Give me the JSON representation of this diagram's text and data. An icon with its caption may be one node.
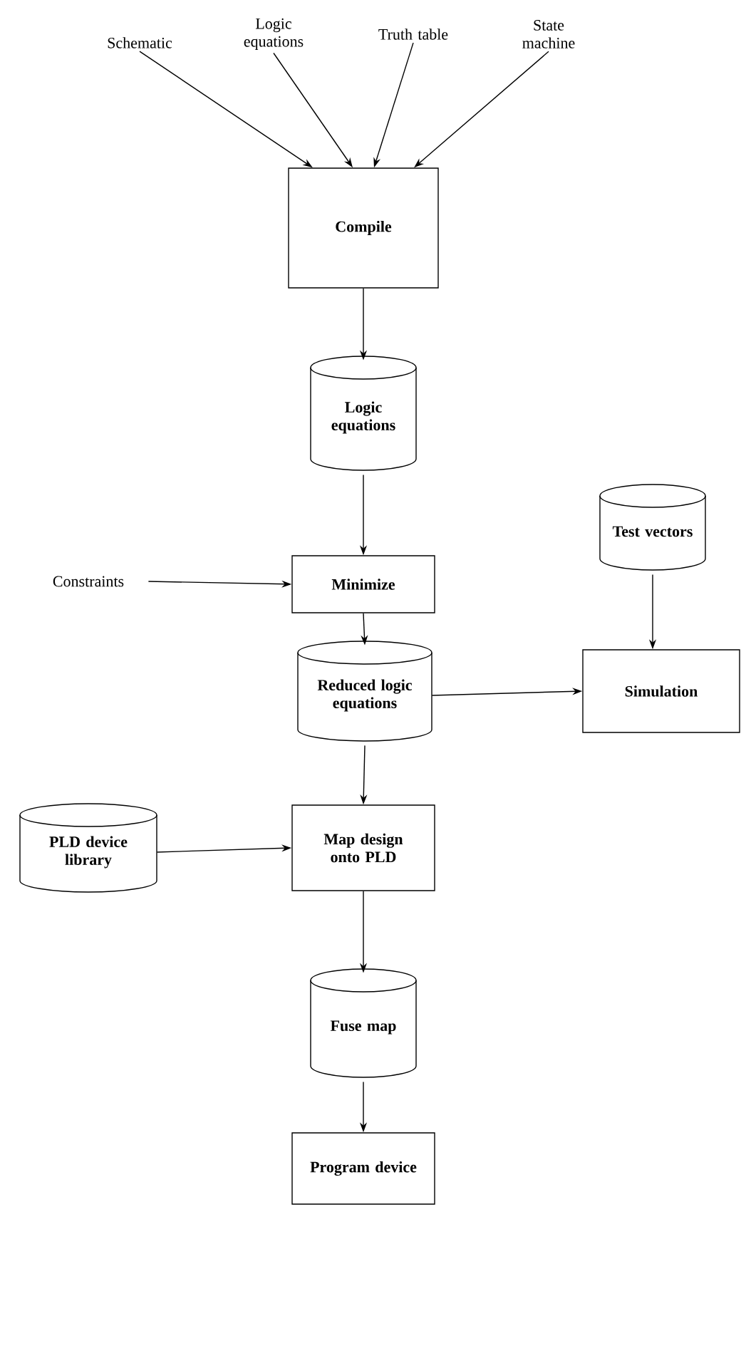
{
  "diagram": {
    "nodes": [
      {
        "text": [
          "Schematic"
        ]
      },
      {
        "text": [
          "Logic equations"
        ]
      },
      {
        "text": [
          "Truth table"
        ]
      },
      {
        "text": [
          "State machine"
        ]
      },
      {
        "text": [
          "Compile"
        ]
      },
      {
        "text": [
          "Logic equations"
        ]
      },
      {
        "text": [
          "Constraints"
        ]
      },
      {
        "text": [
          "Minimize"
        ]
      },
      {
        "text": [
          "Test vectors"
        ]
      },
      {
        "text": [
          "Reduced logic equations"
        ]
      },
      {
        "text": [
          "Simulation"
        ]
      },
      {
        "text": [
          "PLD device library"
        ]
      },
      {
        "text": [
          "Map design onto PLD"
        ]
      },
      {
        "text": [
          "Fuse map"
        ]
      },
      {
        "text": [
          "Program device"
        ]
      }
    ],
    "edges": [
      {
        "from": 0,
        "to": 4,
        "arrow": "to"
      },
      {
        "from": 1,
        "to": 4,
        "arrow": "to"
      },
      {
        "from": 2,
        "to": 4,
        "arrow": "to"
      },
      {
        "from": 3,
        "to": 4,
        "arrow": "to"
      },
      {
        "from": 4,
        "to": 5,
        "arrow": "to"
      },
      {
        "from": 5,
        "to": 7,
        "arrow": "to"
      },
      {
        "from": 6,
        "to": 7,
        "arrow": "to"
      },
      {
        "from": 7,
        "to": 9,
        "arrow": "to"
      },
      {
        "from": 9,
        "to": 10,
        "arrow": "to"
      },
      {
        "from": 8,
        "to": 10,
        "arrow": "to"
      },
      {
        "from": 9,
        "to": 12,
        "arrow": "to"
      },
      {
        "from": 11,
        "to": 12,
        "arrow": "to"
      },
      {
        "from": 12,
        "to": 13,
        "arrow": "to"
      },
      {
        "from": 13,
        "to": 14,
        "arrow": "to"
      }
    ]
  }
}
